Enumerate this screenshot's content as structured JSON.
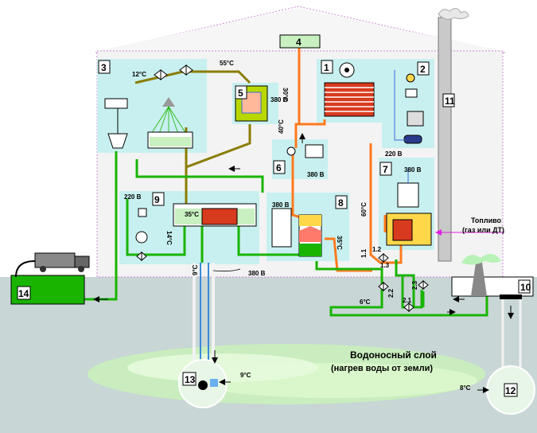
{
  "units": {
    "u1": "1",
    "u2": "2",
    "u3": "3",
    "u4": "4",
    "u5": "5",
    "u6": "6",
    "u7": "7",
    "u8": "8",
    "u9": "9",
    "u10": "10",
    "u11": "11",
    "u12": "12",
    "u13": "13",
    "u14": "14"
  },
  "temps": {
    "t12": "12°C",
    "t55": "55°C",
    "t35": "35°C",
    "t40": "40°C",
    "t60": "60°C",
    "t30": "30°C",
    "t14": "14°C",
    "t6": "6°C",
    "t9a": "9°C",
    "t9b": "9°C",
    "t8": "8°C"
  },
  "voltages": {
    "v_top": "380 В",
    "v6": "380 В",
    "v7": "380 В",
    "v8": "380 В",
    "v9": "220 В",
    "v2": "220 В",
    "v_ground": "380 В"
  },
  "valves": {
    "v11": "1.1",
    "v12": "1.2",
    "v13": "1.3",
    "v21": "2.1",
    "v22": "2.2",
    "v23": "2.3"
  },
  "fuel": {
    "line1": "Топливо",
    "line2": "(газ или ДТ)"
  },
  "aquifer": {
    "line1": "Водоносный слой",
    "line2": "(нагрев воды от земли)"
  },
  "colors": {
    "green": "#19b400",
    "orange": "#ff7a1e",
    "olive": "#8a7d00",
    "panel": "#c8f0f0",
    "ground": "#c8d6d6",
    "chimney": "#c9c9c9"
  }
}
